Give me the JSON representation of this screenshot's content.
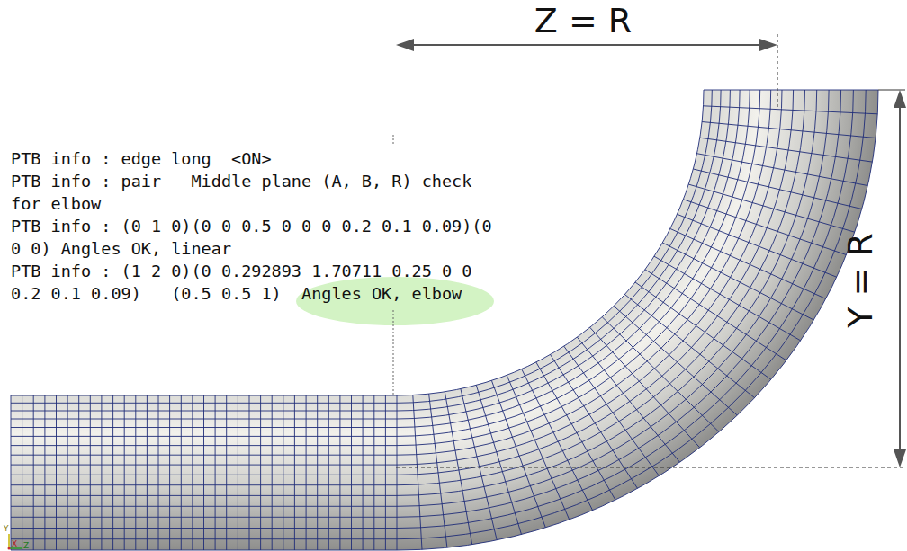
{
  "diagram": {
    "labels": [
      "Z = R",
      "PTB info : edge long  <ON>",
      "PTB info : pair   Middle plane (A, B, R) check for elbow",
      "PTB info : (0 1 0)(0 0 0.5 0 0 0 0.2 0.1 0.09)(0 0 0) Angles OK, linear",
      "PTB info : (1 2 0)(0 0.292893 1.70711 0.25 0 0 0.2 0.1 0.09)   (0.5 0.5 1)  Angles OK, elbow",
      "Y = R",
      "Y",
      "X",
      "Z"
    ]
  }
}
